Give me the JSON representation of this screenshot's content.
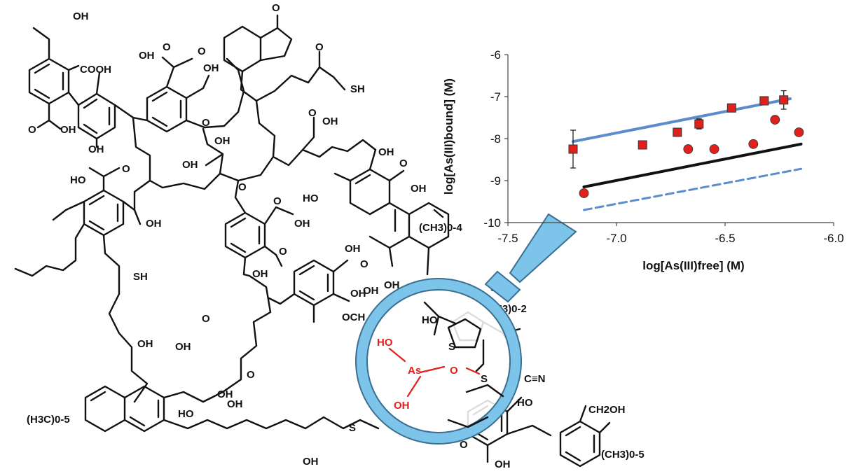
{
  "structure": {
    "labels": [
      "OH",
      "COOH",
      "O",
      "O",
      "OH",
      "OH",
      "O",
      "SH",
      "O",
      "OH",
      "OH",
      "O",
      "OH",
      "O",
      "OH",
      "O",
      "OH",
      "HO",
      "O",
      "OH",
      "OH",
      "O",
      "O",
      "O",
      "OH",
      "O",
      "HO",
      "OH",
      "OH",
      "SH",
      "OH",
      "OH",
      "(CH3)0-4",
      "OH",
      "O",
      "OH",
      "OH",
      "OCH",
      "O",
      "OH",
      "OH",
      "HO",
      "O",
      "OH",
      "(H3C)0-5",
      "S",
      "OH",
      "O",
      "OH",
      "CH2OH",
      "(CH3)0-5",
      "C≡N",
      "HO",
      "S",
      "H3)0-2"
    ],
    "binding_site": {
      "labels": [
        "HO",
        "As",
        "O",
        "S",
        "OH"
      ]
    }
  },
  "colors": {
    "ink": "#111111",
    "arsenic": "#e0201c",
    "lens": "#7cc4ea",
    "lens_edge": "#3b6e8f",
    "marker": "#e0201c",
    "dash": "#5b8ccc"
  },
  "chart_data": {
    "type": "scatter",
    "title": "",
    "xlabel": "log[As(III)free]  (M)",
    "ylabel": "log[As(III)bound]  (M)",
    "xlim": [
      -7.5,
      -6.0
    ],
    "ylim": [
      -10,
      -6
    ],
    "xticks": [
      "-7.5",
      "-7.0",
      "-6.5",
      "-6.0"
    ],
    "yticks": [
      "-6",
      "-7",
      "-8",
      "-9",
      "-10"
    ],
    "grid": false,
    "series": [
      {
        "marker": "square",
        "points": [
          [
            -7.2,
            -8.25
          ],
          [
            -6.88,
            -8.15
          ],
          [
            -6.72,
            -7.85
          ],
          [
            -6.62,
            -7.65
          ],
          [
            -6.47,
            -7.27
          ],
          [
            -6.32,
            -7.1
          ],
          [
            -6.23,
            -7.08
          ]
        ],
        "errors": [
          0.45,
          0,
          0,
          0.12,
          0,
          0,
          0.22
        ]
      },
      {
        "marker": "circle",
        "points": [
          [
            -7.15,
            -9.3
          ],
          [
            -6.67,
            -8.25
          ],
          [
            -6.55,
            -8.25
          ],
          [
            -6.37,
            -8.13
          ],
          [
            -6.27,
            -7.55
          ],
          [
            -6.16,
            -7.85
          ]
        ]
      }
    ],
    "lines": [
      {
        "style": "solid",
        "color": "#5b8ccc",
        "from": [
          -7.2,
          -8.07
        ],
        "to": [
          -6.2,
          -7.05
        ]
      },
      {
        "style": "dashed",
        "color": "#5b8ccc",
        "from": [
          -7.2,
          -8.07
        ],
        "to": [
          -6.2,
          -7.05
        ]
      },
      {
        "style": "solid",
        "color": "#111111",
        "from": [
          -7.15,
          -9.15
        ],
        "to": [
          -6.15,
          -8.13
        ]
      },
      {
        "style": "dashed",
        "color": "#5b8ccc",
        "from": [
          -7.15,
          -9.7
        ],
        "to": [
          -6.15,
          -8.72
        ]
      }
    ]
  }
}
